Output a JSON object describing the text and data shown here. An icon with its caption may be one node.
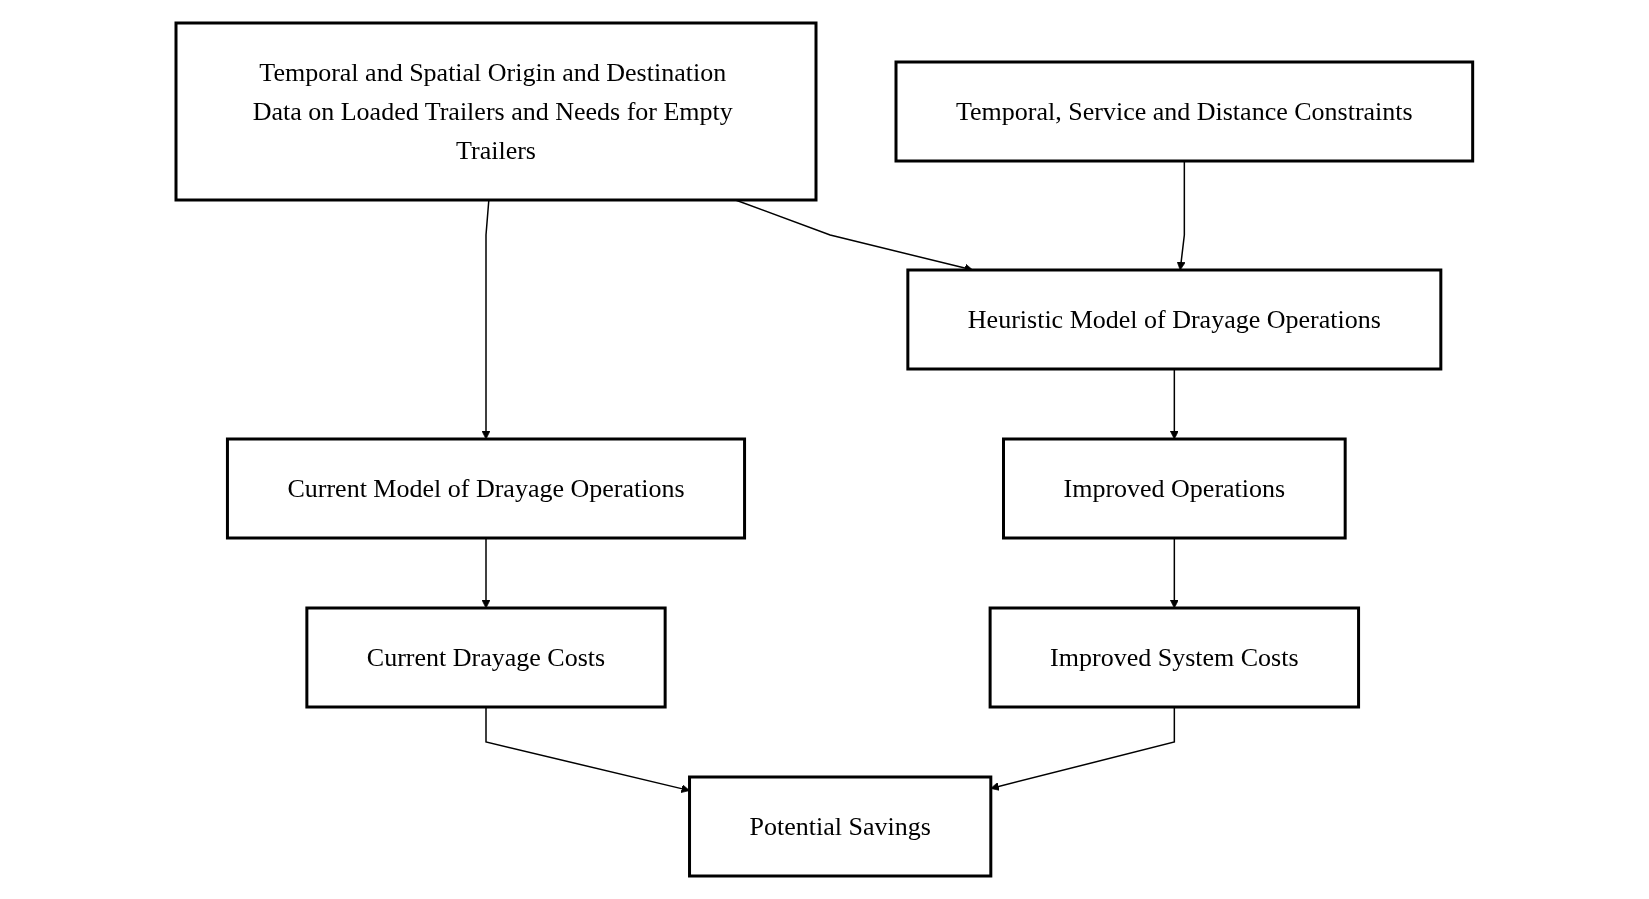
{
  "diagram": {
    "nodes": [
      {
        "text": [
          "Temporal and Spatial Origin and Destination Data on Loaded Trailers and Needs for Empty Trailers"
        ]
      },
      {
        "text": [
          "Temporal, Service and Distance Constraints"
        ]
      },
      {
        "text": [
          "Current Model of Drayage Operations"
        ]
      },
      {
        "text": [
          "Heuristic Model of Drayage Operations"
        ]
      },
      {
        "text": [
          "Current Drayage Costs"
        ]
      },
      {
        "text": [
          "Improved System Costs"
        ]
      },
      {
        "text": [
          "Improved Operations"
        ]
      },
      {
        "text": [
          "Potential Savings"
        ]
      }
    ],
    "edges": [
      {
        "from": 0,
        "to": 2,
        "arrow": "to"
      },
      {
        "from": 0,
        "to": 3,
        "arrow": "to"
      },
      {
        "from": 1,
        "to": 3,
        "arrow": "to"
      },
      {
        "from": 2,
        "to": 4,
        "arrow": "to"
      },
      {
        "from": 3,
        "to": 6,
        "arrow": "to"
      },
      {
        "from": 6,
        "to": 5,
        "arrow": "to"
      },
      {
        "from": 4,
        "to": 7,
        "arrow": "to"
      },
      {
        "from": 5,
        "to": 7,
        "arrow": "to"
      }
    ]
  }
}
